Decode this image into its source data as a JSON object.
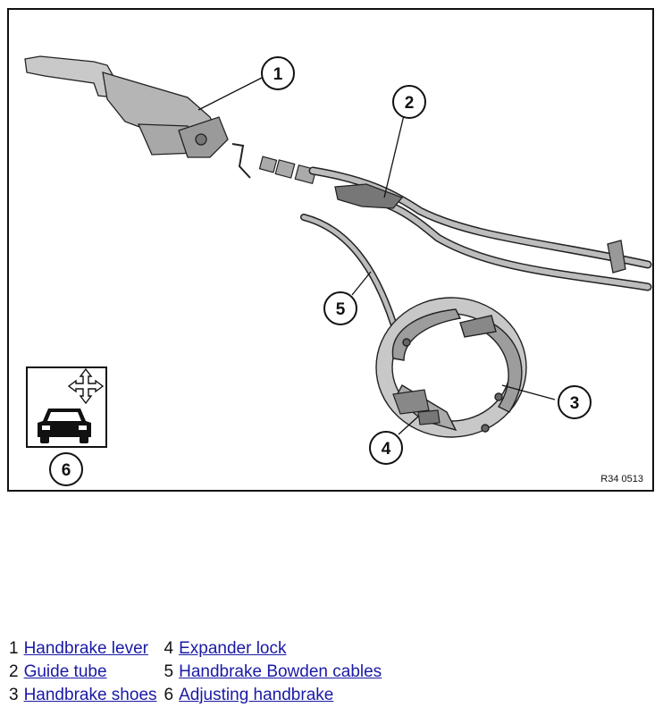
{
  "figure": {
    "ref_code": "R34 0513",
    "callouts": [
      "1",
      "2",
      "3",
      "4",
      "5",
      "6"
    ],
    "icon": "car-with-adjust-arrows-icon"
  },
  "legend": {
    "left": [
      {
        "num": "1",
        "label": "Handbrake lever"
      },
      {
        "num": "2",
        "label": "Guide tube"
      },
      {
        "num": "3",
        "label": "Handbrake shoes"
      }
    ],
    "right": [
      {
        "num": "4",
        "label": "Expander lock"
      },
      {
        "num": "5",
        "label": "Handbrake Bowden cables"
      },
      {
        "num": "6",
        "label": "Adjusting handbrake"
      }
    ],
    "link_color": "#1a1aa6"
  }
}
